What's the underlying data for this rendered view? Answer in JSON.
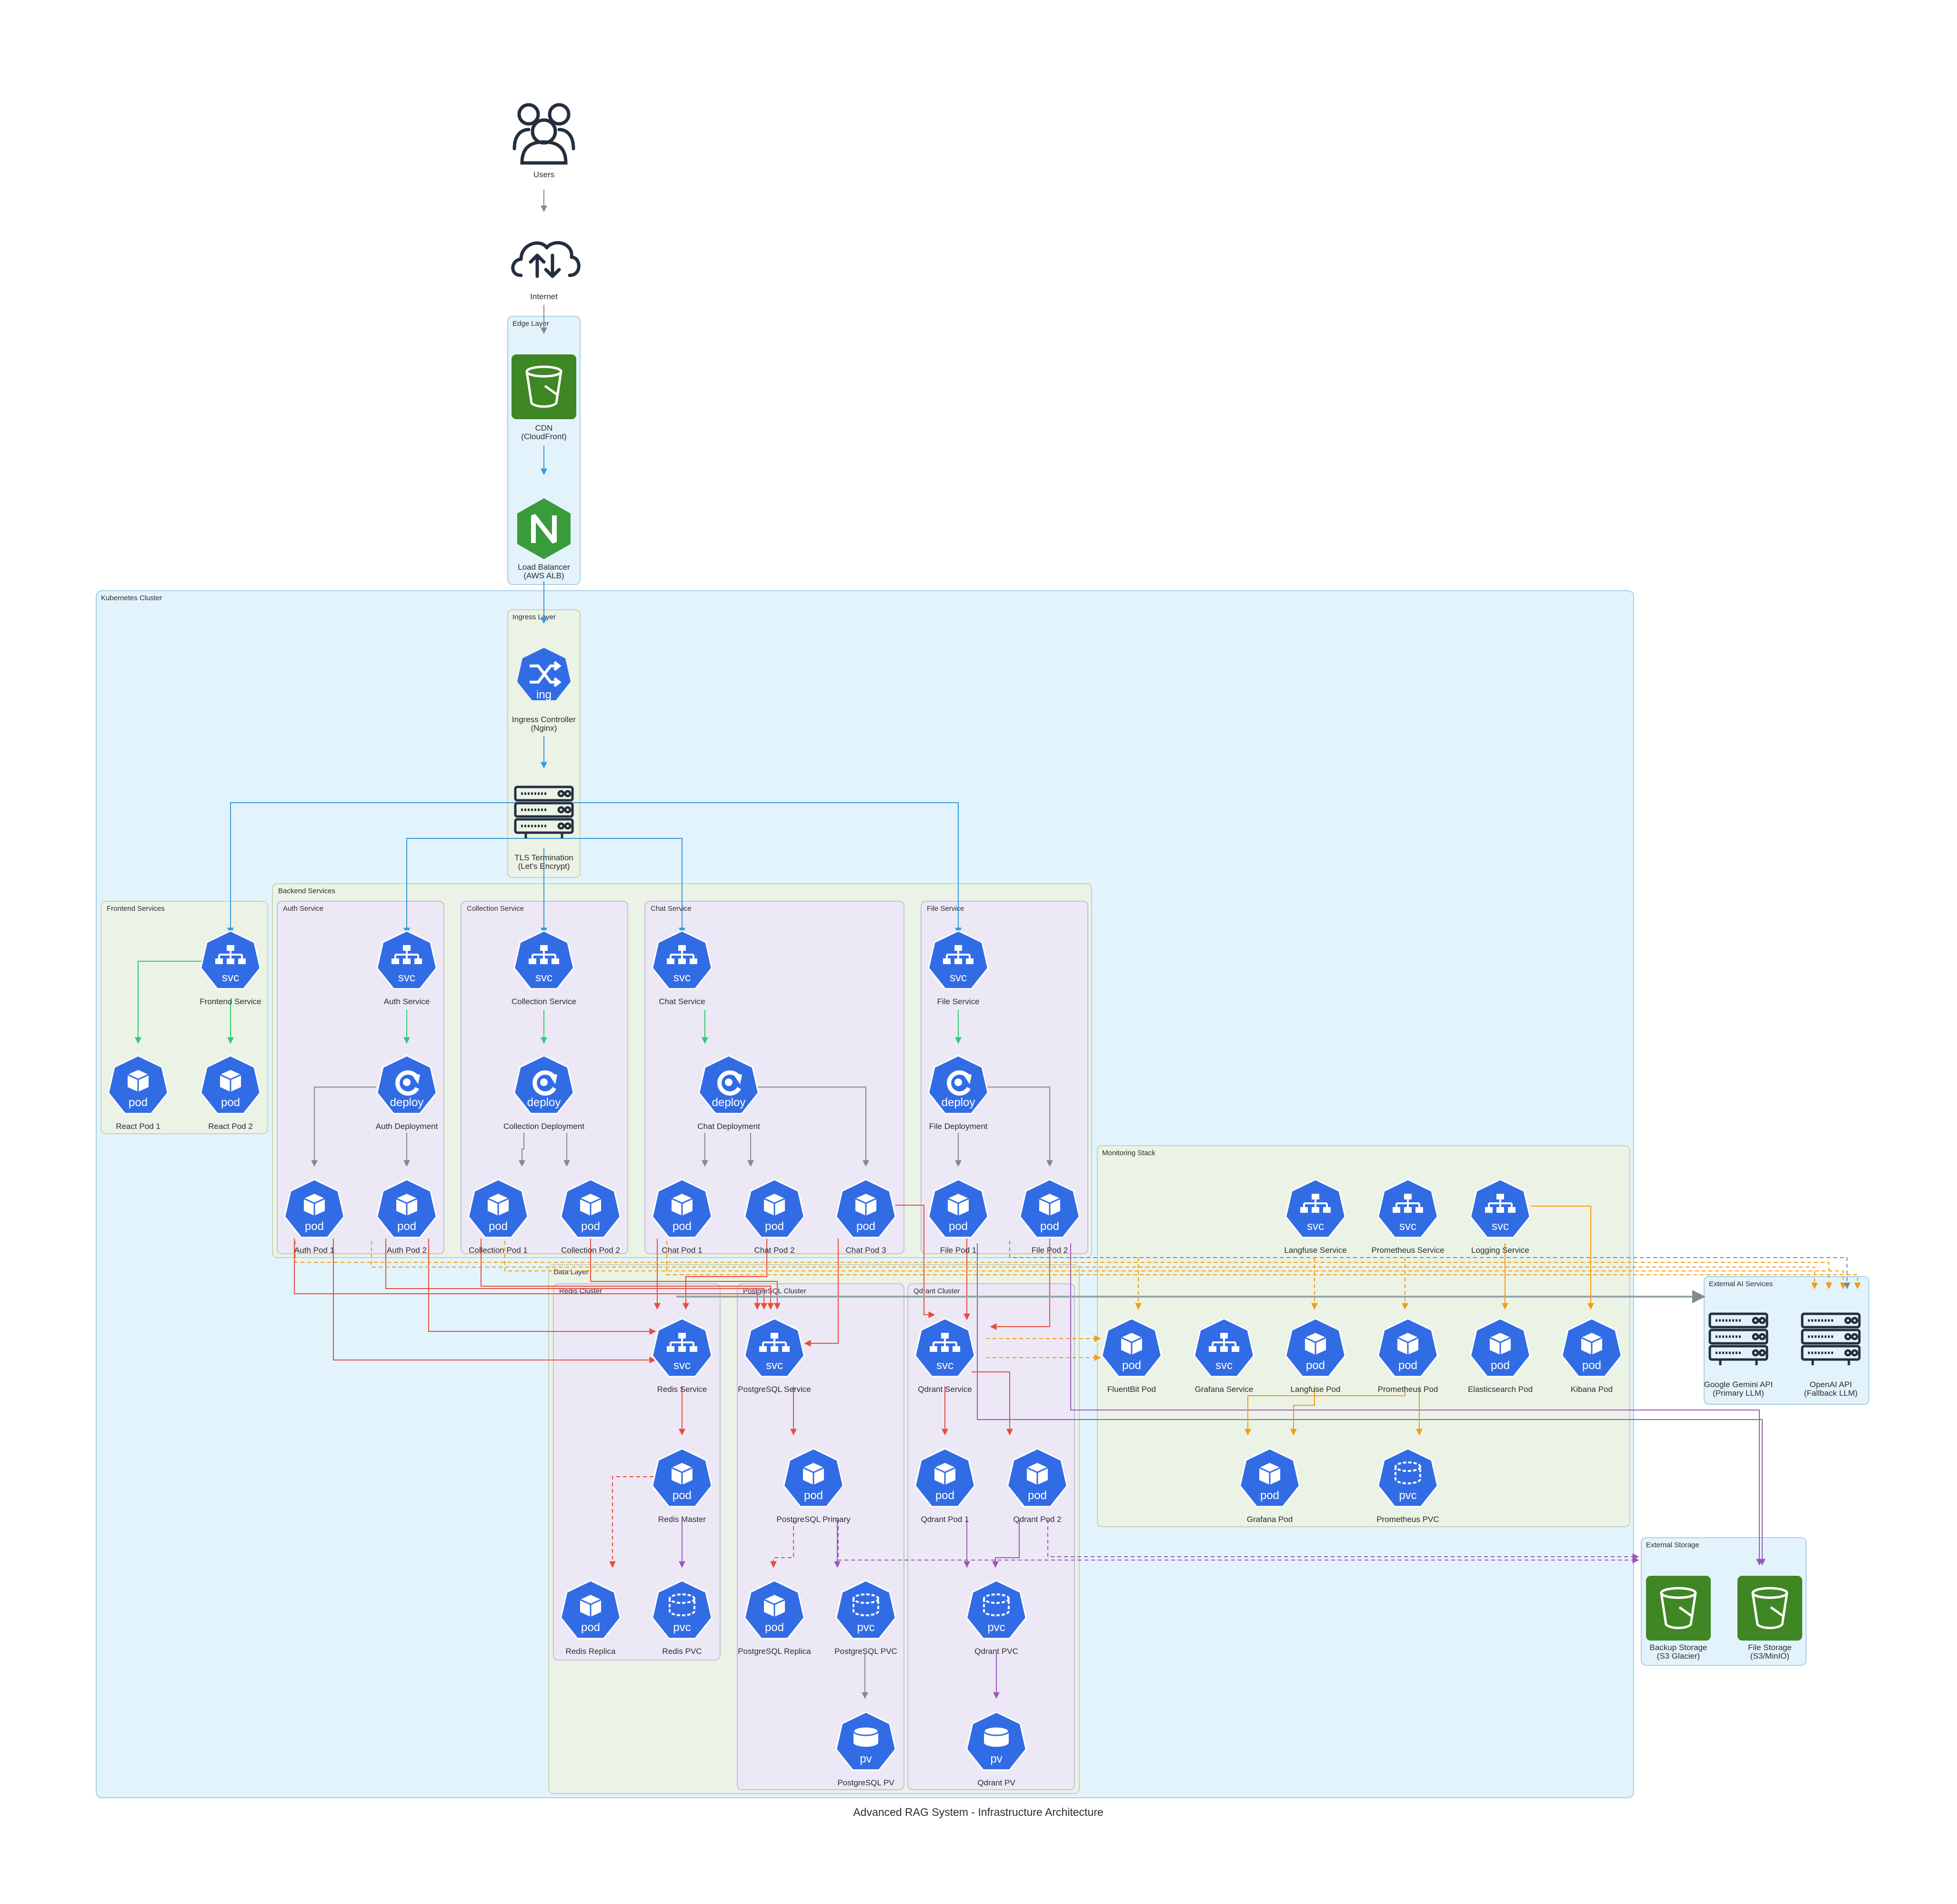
{
  "title": "Advanced RAG System - Infrastructure Architecture",
  "clusters": {
    "edge": "Edge Layer",
    "kubernetes": "Kubernetes Cluster",
    "ingress": "Ingress Layer",
    "frontend": "Frontend Services",
    "backend": "Backend Services",
    "auth": "Auth Service",
    "collection": "Collection Service",
    "chat": "Chat Service",
    "file": "File Service",
    "data": "Data Layer",
    "redis": "Redis Cluster",
    "postgres": "PostgreSQL Cluster",
    "qdrant": "Qdrant Cluster",
    "monitoring": "Monitoring Stack",
    "external_ai": "External AI Services",
    "external_storage": "External Storage"
  },
  "icon_text": {
    "svc": "svc",
    "pod": "pod",
    "deploy": "deploy",
    "ing": "ing",
    "pvc": "pvc",
    "pv": "pv"
  },
  "nodes": {
    "users": "Users",
    "internet": "Internet",
    "cdn": [
      "CDN",
      "(CloudFront)"
    ],
    "lb": [
      "Load Balancer",
      "(AWS ALB)"
    ],
    "ingress": [
      "Ingress Controller",
      "(Nginx)"
    ],
    "tls": [
      "TLS Termination",
      "(Let's Encrypt)"
    ],
    "frontend_svc": "Frontend Service",
    "react1": "React Pod 1",
    "react2": "React Pod 2",
    "auth_svc": "Auth Service",
    "auth_dep": "Auth Deployment",
    "auth1": "Auth Pod 1",
    "auth2": "Auth Pod 2",
    "coll_svc": "Collection Service",
    "coll_dep": "Collection Deployment",
    "coll1": "Collection Pod 1",
    "coll2": "Collection Pod 2",
    "chat_svc": "Chat Service",
    "chat_dep": "Chat Deployment",
    "chat1": "Chat Pod 1",
    "chat2": "Chat Pod 2",
    "chat3": "Chat Pod 3",
    "file_svc": "File Service",
    "file_dep": "File Deployment",
    "file1": "File Pod 1",
    "file2": "File Pod 2",
    "redis_svc": "Redis Service",
    "redis_master": "Redis Master",
    "redis_replica": "Redis Replica",
    "redis_pvc": "Redis PVC",
    "pg_svc": "PostgreSQL Service",
    "pg_primary": "PostgreSQL Primary",
    "pg_replica": "PostgreSQL Replica",
    "pg_pvc": "PostgreSQL PVC",
    "pg_pv": "PostgreSQL PV",
    "qd_svc": "Qdrant Service",
    "qd1": "Qdrant Pod 1",
    "qd2": "Qdrant Pod 2",
    "qd_pvc": "Qdrant PVC",
    "qd_pv": "Qdrant PV",
    "langfuse_svc": "Langfuse Service",
    "prom_svc": "Prometheus Service",
    "log_svc": "Logging Service",
    "fluentbit": "FluentBit Pod",
    "grafana_svc": "Grafana Service",
    "langfuse_pod": "Langfuse Pod",
    "prom_pod": "Prometheus Pod",
    "es_pod": "Elasticsearch Pod",
    "kibana_pod": "Kibana Pod",
    "grafana_pod": "Grafana Pod",
    "prom_pvc": "Prometheus PVC",
    "gemini": [
      "Google Gemini API",
      "(Primary LLM)"
    ],
    "openai": [
      "OpenAI API",
      "(Fallback LLM)"
    ],
    "backup": [
      "Backup Storage",
      "(S3 Glacier)"
    ],
    "filestore": [
      "File Storage",
      "(S3/MinIO)"
    ]
  },
  "colors": {
    "k8s_blue": "#326ce5",
    "aws_green": "#3f8624",
    "nginx_green": "#3a9b3a",
    "edge_green": "#2ecc71",
    "edge_blue": "#3498db",
    "edge_gray": "#7f8c8d",
    "edge_red": "#e74c3c",
    "edge_orange": "#f39c12",
    "edge_purple": "#9b59b6",
    "cluster_blue_fill": "#e3f3fb",
    "cluster_green_fill": "#ebf2e6",
    "cluster_purple_fill": "#ece8f5"
  }
}
